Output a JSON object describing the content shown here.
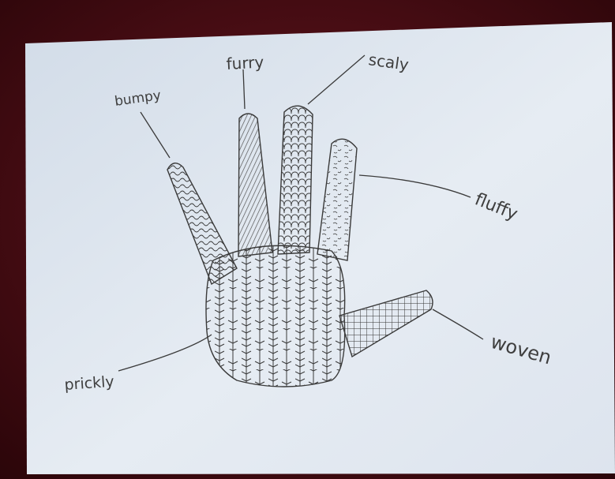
{
  "colors": {
    "background": "#4a0c12",
    "paper": "#dfe6ef",
    "pencil": "#3a3a3a"
  },
  "labels": {
    "furry": "furry",
    "scaly": "scaly",
    "bumpy": "bumpy",
    "fluffy": "fluffy",
    "woven": "woven",
    "prickly": "prickly"
  }
}
